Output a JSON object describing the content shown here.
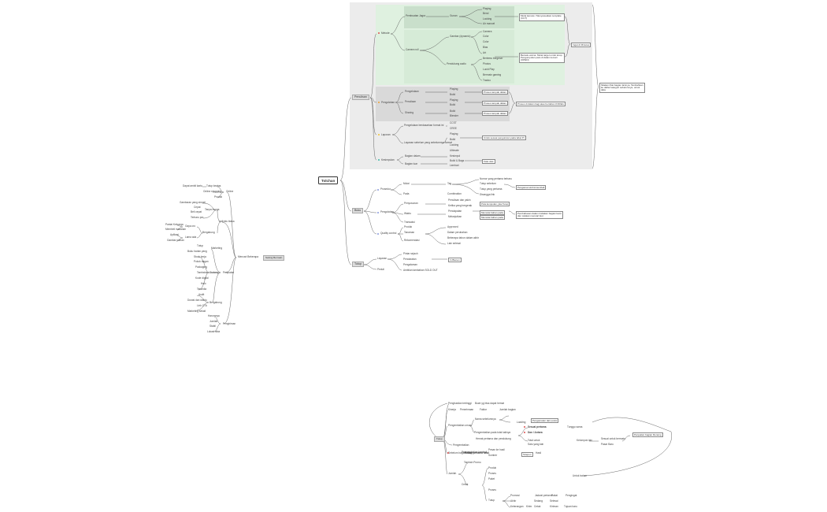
{
  "colors": {
    "outer": "#ececec",
    "green": "#dff1e0",
    "greenDark": "#c9dfcb",
    "gray": "#d9d9d9",
    "line": "#555555",
    "red": "#e05050",
    "orange": "#f0a030",
    "yellow": "#f2c230",
    "teal": "#3cb9a8",
    "blue": "#8899dd"
  },
  "root": "Tolchan",
  "right": {
    "g1": "Penulisan",
    "g2": "Buku",
    "g3": "Tutup",
    "metode": "Metode",
    "pembuatan": "Pembuatan Jagra",
    "gunan": "Gunan",
    "camera": "Camera roll",
    "gambar": "Gambar (dynamic)",
    "pendukung": "Pendukung audio",
    "n1": [
      "Playing",
      "Bend",
      "Looking",
      "Air manuel"
    ],
    "n2": [
      "Camera",
      "Color",
      "Color",
      "Bias",
      "Art",
      "Bertemu bergeser",
      "Photos",
      "Lucid Play",
      "Bermain gaming",
      "Tradoo"
    ],
    "note1": "Mulai kanvas / Menyesuaikan template (CUT)",
    "note2": "Bersatu warna. Mulai target untuk tutup. Pengumpulan para di dalam lemari (OPEN)",
    "note3": "Ingat di Minutes",
    "gray1": "Pengolahan",
    "gray1items": [
      "Pengelolaan",
      "Penulisan",
      "Sharing"
    ],
    "gray1leaf": [
      "Playing",
      "Build",
      "Playing",
      "Build",
      "Build",
      "Blender"
    ],
    "gray1notes": [
      "Proses tampak dalam",
      "Proses tampak dalam",
      "Proses tampak dalam"
    ],
    "gray1side": "Proses di dalam bagi atau bertahan KOREA",
    "laporan": "Laporan",
    "lap1": "Pengelolaan berdasarkan format ini",
    "lap2": "Layanan sebelum yang sebelumnya format",
    "lapLeaf": [
      "CCST",
      "CREE",
      "Playing",
      "Build",
      "Looking",
      "Ultimate"
    ],
    "lapNote": "Untuk sesuai pengurutan pada label Pr",
    "kesim": "Kesimpulan",
    "kes1": "Bagian dalam",
    "kes2": "Bagian luar",
    "kesLeaf": [
      "Kesimpul",
      "Build & Bags",
      "Lembari"
    ],
    "kesNote": "Kata ulas",
    "farNote": "Silakan lihat bagian lainnya. Tambahkan ke daftar kategori sebelumnya, untuk data",
    "b1": "Prosedur",
    "b1a": "Mulai",
    "b1b": "Pada",
    "tag": "Tag",
    "komb": "Combination",
    "tagLeaf": [
      "Nomor yang pertama terbaru",
      "Tutup sebelum",
      "Tutup yang pertama",
      "Disangga link"
    ],
    "tagNote": "Pengamat simbol kembali",
    "b2": "Pengolahan",
    "b2a": "Penyusunan",
    "b2b": "Waktu",
    "b2c": "Transaksi",
    "b2leaf": [
      "Penulisan dan yakin",
      "Ketika yang bergerak",
      "Pendapatan",
      "Melanjutkan"
    ],
    "b2notes": [
      "Pola kumpulan, jika Tutup",
      "Memulai bahan pada",
      "Memulai bahan pada"
    ],
    "b2side": "Pembahasan dalam tindakan bagian kami dan catatan mencari ikut",
    "b3": "Quality control",
    "b3leaf": [
      "Produk",
      "Tanaman",
      "Rekomendasi"
    ],
    "b3right": [
      "Approved",
      "Dalam perubahan",
      "Beberapa tahun dalam akhir",
      "Lain selesai"
    ],
    "t1": "Layanan",
    "t2": "Peduli",
    "tleaf": [
      "Pintar sejauh",
      "Pendaratan",
      "Pengalaman",
      "Ambilan tambahan SOLD OUT"
    ],
    "tnote": "In Bienen"
  },
  "left": {
    "center": "Mencari Beberapa",
    "tag": "Setting Bermain",
    "top": [
      "Dapat ambil kartu",
      "Tutup keatas",
      "Online shopping",
      "Produk",
      "Online"
    ],
    "groupA": "Individu biasa",
    "a": [
      "Gambaran yang simpel",
      "Cepat",
      "Beli cepat",
      "Terbaru pra"
    ],
    "a2": "Tanpa bunga",
    "a2leaf": [
      "Gaya oro",
      "Pantai Keluarga",
      "Membeli makanan",
      "Aplikasi",
      "Lama ada",
      "Gambar pikiran"
    ],
    "a2group": "Bergabung",
    "b": "Marketing",
    "bleaf": [
      "Tutup",
      "Buku harian yang"
    ],
    "bgrp": "Gudang",
    "c": [
      "Stock kerja",
      "Pokok bagan",
      "Packaging",
      "Tambahan",
      "Kode digital",
      "Halo",
      "Tersedia",
      "Audit",
      "Durasi dan waktu",
      "Link CTA",
      "Marketing sekali"
    ],
    "d": "Penjualan",
    "e": "Pengiriman",
    "eleaf": [
      "Harumnya",
      "Jumlah",
      "Stabil",
      "Lokasi laba",
      "Sewa teras"
    ]
  },
  "bottom": {
    "title": "Tutup",
    "items": [
      "Penghasilan tertinggi",
      "Kinerja",
      "Pengembalian umum",
      "Pengembalian",
      "Sebelum bagian akhir",
      "Jumlah",
      "Untuk bahan"
    ],
    "r1": [
      "Buah yg bisa dapat hemat",
      "Penerimaan",
      "Faktor",
      "Jumlah bagian",
      "Loading"
    ],
    "mid": [
      "Nama sebelumnya",
      "Pengembalian pada total kalinya",
      "Hemat pertama dan pendukung",
      "Pengembalian kembali"
    ],
    "notes": [
      "Pengamatan dari posisi",
      "Sesuai pertama",
      "Dan / Antara"
    ],
    "notesB": [
      "Tunggu sama",
      "Total untuk",
      "Satu yang lain",
      "Kelompok lain",
      "Rasa"
    ],
    "final": [
      "Sesuai untuk bermain",
      "Pasar Baru",
      "Rekap pertama hasil"
    ],
    "farRight": "Penjualan bagian Renang",
    "low": [
      "Pesan ke hasil",
      "Sumber",
      "Telepon",
      "Hasil",
      "Tambah Promo",
      "Produk",
      "Proses",
      "Paket",
      "Cetak"
    ],
    "low2": [
      "Proses",
      "Tutup",
      "Promosi",
      "Akhir",
      "Keterangan",
      "Kiriman"
    ],
    "lowline": [
      "Jadwal pertama",
      "Pakai",
      "Pengingat",
      "Sedang",
      "Selesai",
      "Cetak",
      "Kirim",
      "Tujuan baru"
    ]
  }
}
